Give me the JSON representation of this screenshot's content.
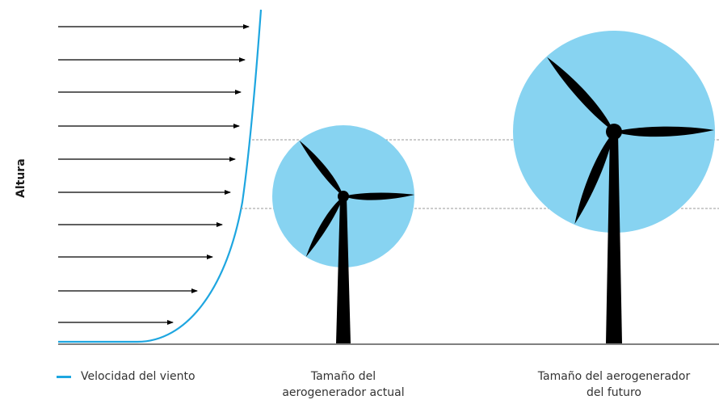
{
  "y_axis_label": "Altura",
  "legend": {
    "label": "Velocidad del viento",
    "color": "#1ea6e0"
  },
  "turbines": {
    "current": {
      "caption_line1": "Tamaño del",
      "caption_line2": "aerogenerador actual"
    },
    "future": {
      "caption_line1": "Tamaño del aerogenerador",
      "caption_line2": "del futuro"
    }
  },
  "colors": {
    "rotor_area": "#87d3f1",
    "turbine": "#000000",
    "wind_curve": "#1ea6e0",
    "reference_lines": "#999999"
  },
  "icons": {
    "wind_arrows": "arrow-right-icon",
    "turbine": "wind-turbine-icon"
  }
}
